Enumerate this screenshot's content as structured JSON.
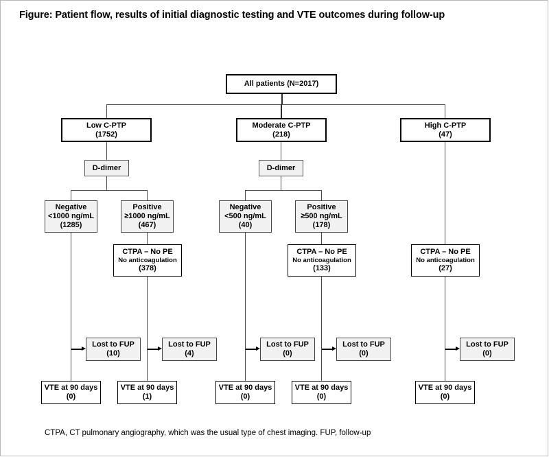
{
  "figure": {
    "title": "Figure: Patient flow, results of initial diagnostic testing and VTE outcomes during follow-up",
    "footnote": "CTPA, CT pulmonary angiography, which was the usual type of chest imaging.  FUP, follow-up"
  },
  "root": {
    "label": "All patients (N=2017)"
  },
  "cptp": [
    {
      "label": "Low C-PTP",
      "count": "(1752)"
    },
    {
      "label": "Moderate C-PTP",
      "count": "(218)"
    },
    {
      "label": "High C-PTP",
      "count": "(47)"
    }
  ],
  "ddimer": [
    {
      "label": "D-dimer"
    },
    {
      "label": "D-dimer"
    }
  ],
  "results": [
    {
      "result": "Negative",
      "threshold": "<1000 ng/mL",
      "count": "(1285)"
    },
    {
      "result": "Positive",
      "threshold": "≥1000 ng/mL",
      "count": "(467)"
    },
    {
      "result": "Negative",
      "threshold": "<500 ng/mL",
      "count": "(40)"
    },
    {
      "result": "Positive",
      "threshold": "≥500 ng/mL",
      "count": "(178)"
    }
  ],
  "ctpa": [
    {
      "title": "CTPA – No PE",
      "sub": "No anticoagulation",
      "count": "(378)"
    },
    {
      "title": "CTPA – No PE",
      "sub": "No anticoagulation",
      "count": "(133)"
    },
    {
      "title": "CTPA – No PE",
      "sub": "No anticoagulation",
      "count": "(27)"
    }
  ],
  "lost_to_fup": [
    {
      "label": "Lost to FUP",
      "count": "(10)"
    },
    {
      "label": "Lost to FUP",
      "count": "(4)"
    },
    {
      "label": "Lost to FUP",
      "count": "(0)"
    },
    {
      "label": "Lost to FUP",
      "count": "(0)"
    },
    {
      "label": "Lost to FUP",
      "count": "(0)"
    }
  ],
  "vte": [
    {
      "label": "VTE at 90 days",
      "count": "(0)"
    },
    {
      "label": "VTE at 90 days",
      "count": "(1)"
    },
    {
      "label": "VTE at 90 days",
      "count": "(0)"
    },
    {
      "label": "VTE at 90 days",
      "count": "(0)"
    },
    {
      "label": "VTE at 90 days",
      "count": "(0)"
    }
  ],
  "chart_data": {
    "type": "diagram",
    "title": "Figure: Patient flow, results of initial diagnostic testing and VTE outcomes during follow-up",
    "total_patients": 2017,
    "branches": [
      {
        "cptp": "Low C-PTP",
        "n": 1752,
        "arms": [
          {
            "ddimer": "Negative",
            "threshold": "<1000 ng/mL",
            "n": 1285,
            "ctpa": null,
            "lost_to_fup": 10,
            "vte_90d": 0
          },
          {
            "ddimer": "Positive",
            "threshold": "≥1000 ng/mL",
            "n": 467,
            "ctpa": 378,
            "lost_to_fup": 4,
            "vte_90d": 1
          }
        ]
      },
      {
        "cptp": "Moderate C-PTP",
        "n": 218,
        "arms": [
          {
            "ddimer": "Negative",
            "threshold": "<500 ng/mL",
            "n": 40,
            "ctpa": null,
            "lost_to_fup": 0,
            "vte_90d": 0
          },
          {
            "ddimer": "Positive",
            "threshold": "≥500 ng/mL",
            "n": 178,
            "ctpa": 133,
            "lost_to_fup": 0,
            "vte_90d": 0
          }
        ]
      },
      {
        "cptp": "High C-PTP",
        "n": 47,
        "arms": [
          {
            "ddimer": null,
            "threshold": null,
            "n": 47,
            "ctpa": 27,
            "lost_to_fup": 0,
            "vte_90d": 0
          }
        ]
      }
    ]
  }
}
